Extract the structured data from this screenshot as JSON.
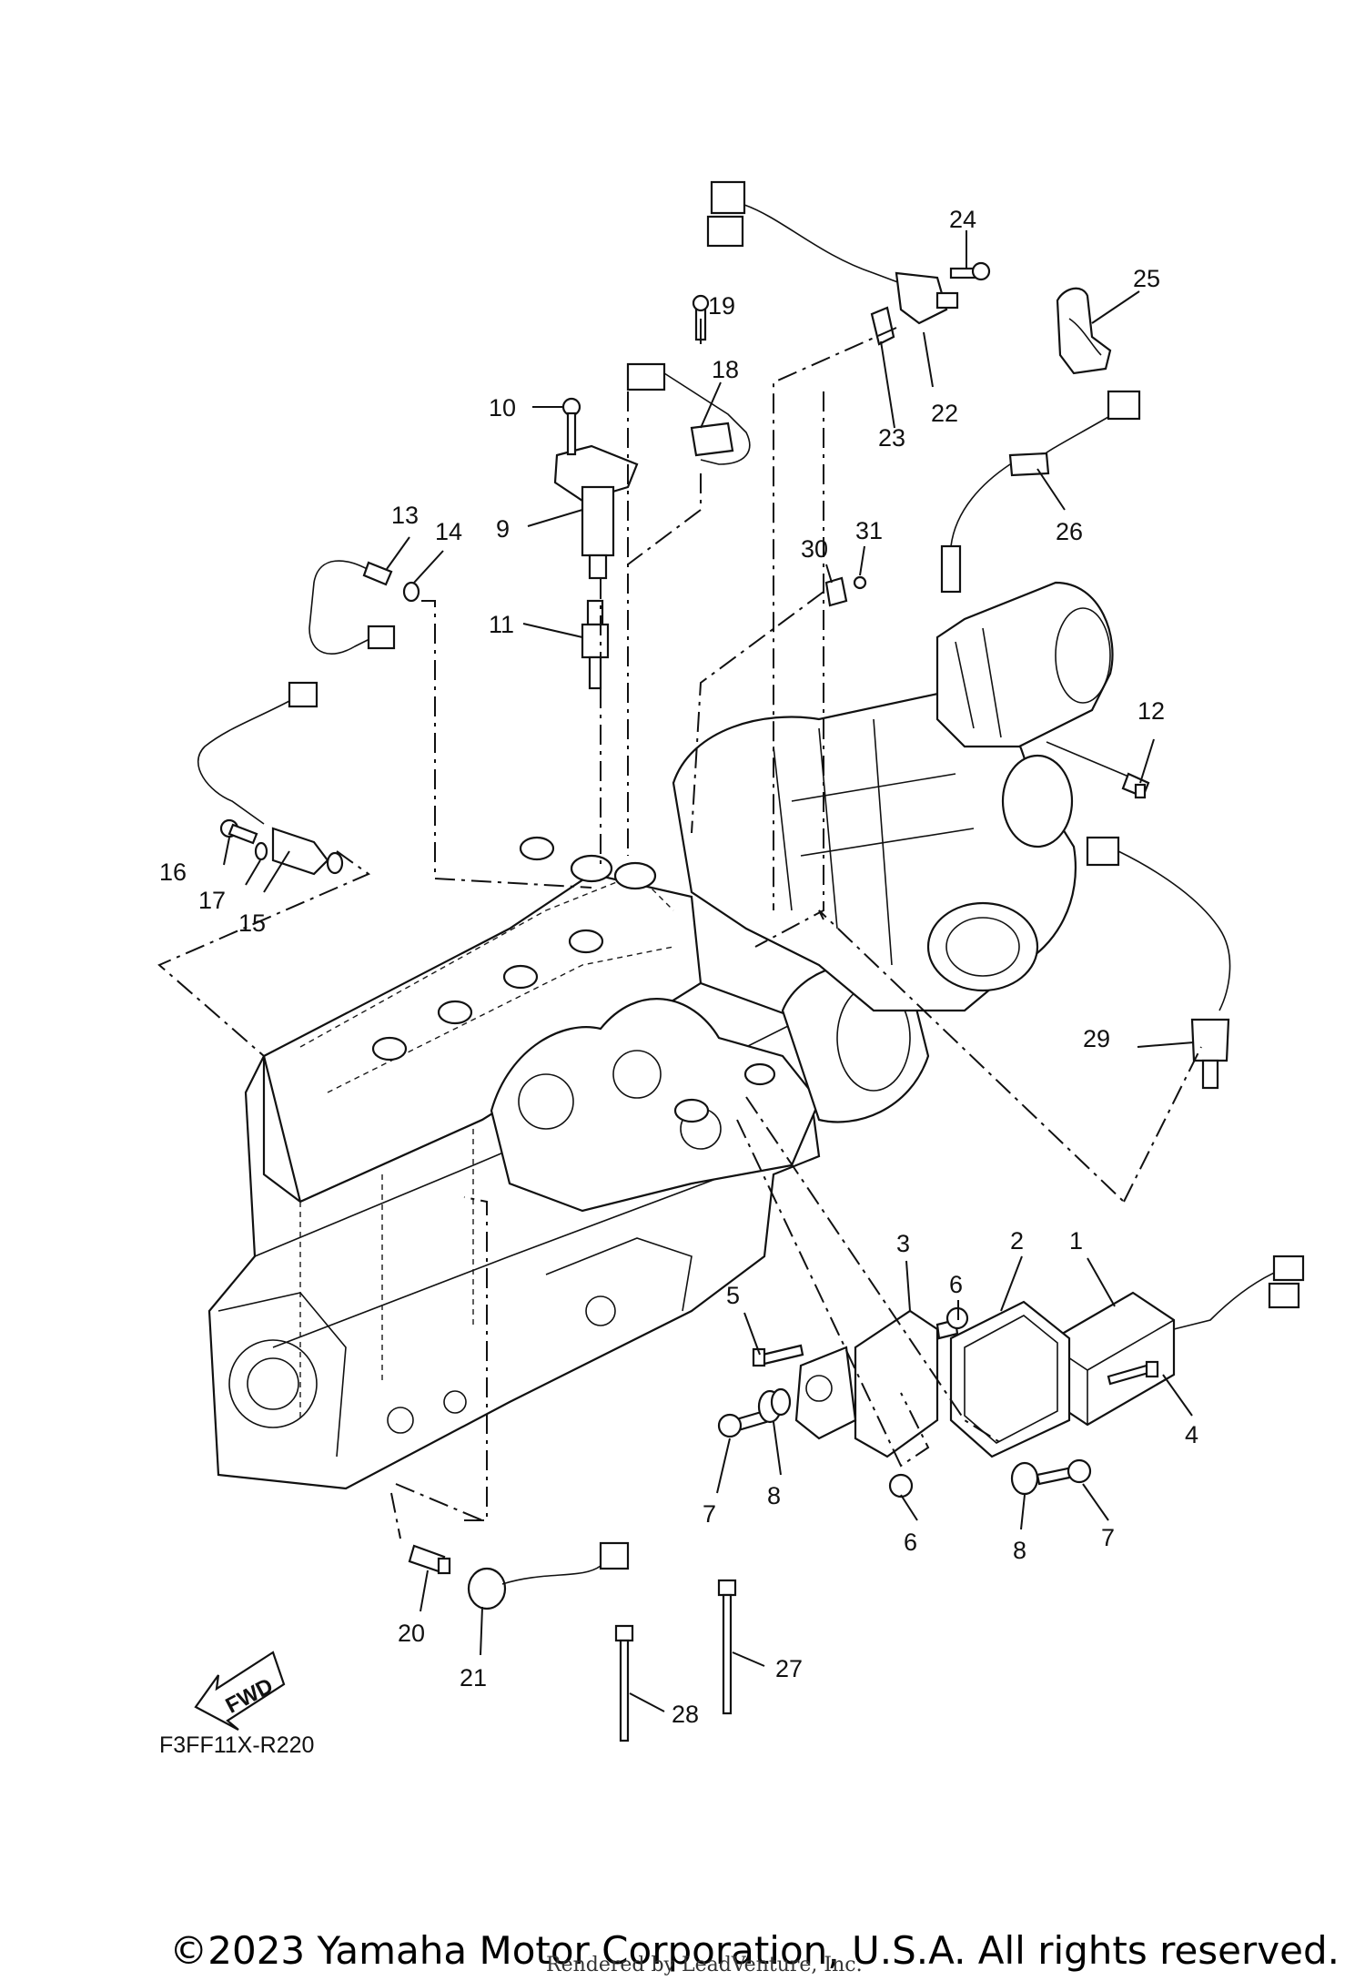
{
  "diagram": {
    "drawing_code": "F3FF11X-R220",
    "fwd_label": "FWD",
    "callouts": {
      "p1": "1",
      "p2": "2",
      "p3": "3",
      "p4": "4",
      "p5": "5",
      "p6a": "6",
      "p6b": "6",
      "p7a": "7",
      "p7b": "7",
      "p8a": "8",
      "p8b": "8",
      "p9": "9",
      "p10": "10",
      "p11": "11",
      "p12": "12",
      "p13": "13",
      "p14": "14",
      "p15": "15",
      "p16": "16",
      "p17": "17",
      "p18": "18",
      "p19": "19",
      "p20": "20",
      "p21": "21",
      "p22": "22",
      "p23": "23",
      "p24": "24",
      "p25": "25",
      "p26": "26",
      "p27": "27",
      "p28": "28",
      "p29": "29",
      "p30": "30",
      "p31": "31"
    }
  },
  "footer": {
    "copyright": "©2023 Yamaha Motor Corporation, U.S.A. All rights reserved.",
    "rendered_by": "Rendered by LeadVenture, Inc."
  }
}
